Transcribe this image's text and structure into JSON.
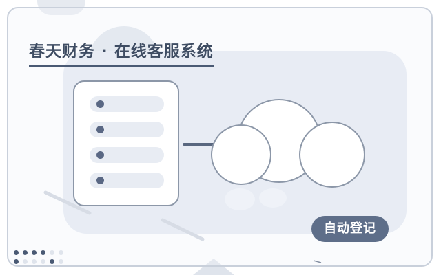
{
  "header": {
    "title": "春天财务 · 在线客服系统"
  },
  "actions": {
    "register_label": "自动登记"
  },
  "list_panel": {
    "row_count": 4
  },
  "colors": {
    "accent": "#4a5a74",
    "button": "#5e6e89",
    "panel_bg": "#e3e9f2",
    "border": "#8c97a8"
  }
}
